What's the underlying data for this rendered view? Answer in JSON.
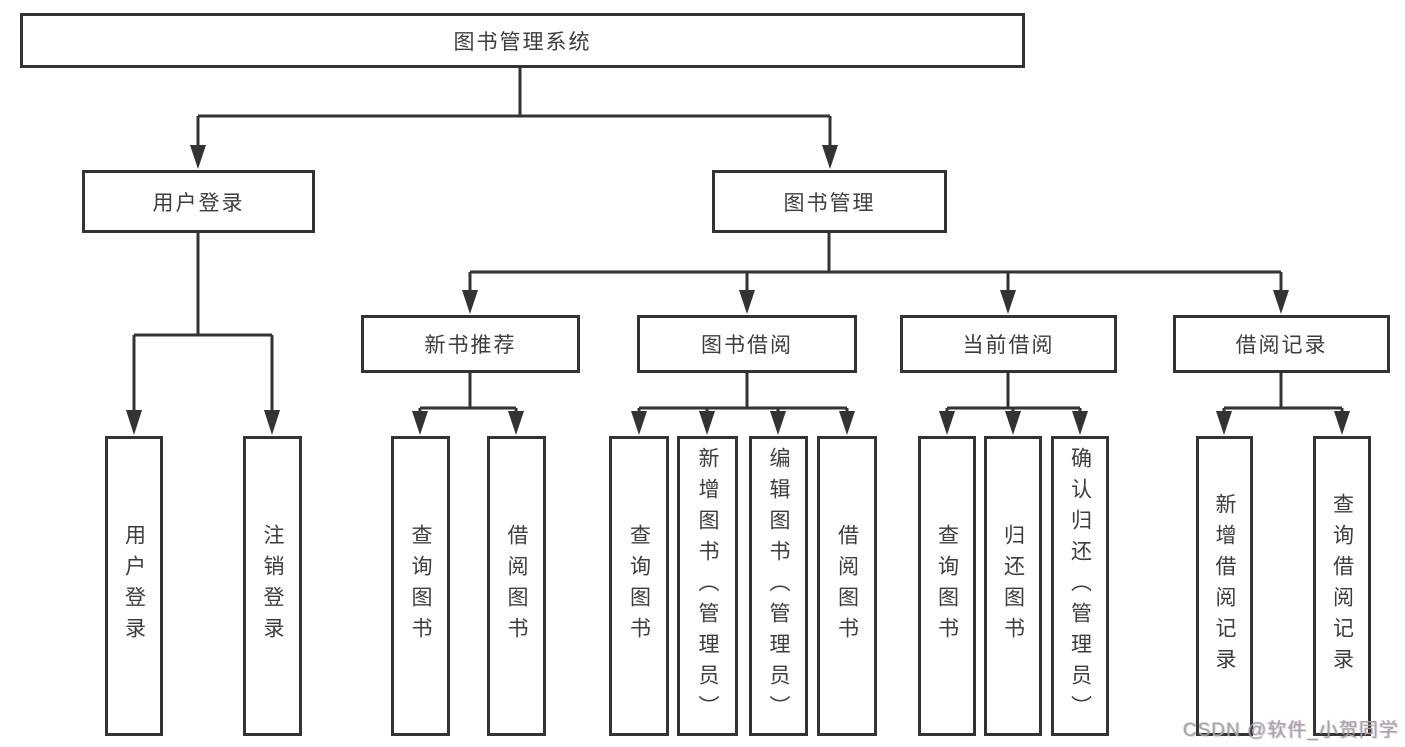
{
  "tree": {
    "root": {
      "label": "图书管理系统"
    },
    "level2": [
      {
        "label": "用户登录",
        "children": [
          {
            "label": "用户登录"
          },
          {
            "label": "注销登录"
          }
        ]
      },
      {
        "label": "图书管理",
        "children": [
          {
            "label": "新书推荐",
            "children": [
              {
                "label": "查询图书"
              },
              {
                "label": "借阅图书"
              }
            ]
          },
          {
            "label": "图书借阅",
            "children": [
              {
                "label": "查询图书"
              },
              {
                "label": "新增图书（管理员）"
              },
              {
                "label": "编辑图书（管理员）"
              },
              {
                "label": "借阅图书"
              }
            ]
          },
          {
            "label": "当前借阅",
            "children": [
              {
                "label": "查询图书"
              },
              {
                "label": "归还图书"
              },
              {
                "label": "确认归还（管理员）"
              }
            ]
          },
          {
            "label": "借阅记录",
            "children": [
              {
                "label": "新增借阅记录"
              },
              {
                "label": "查询借阅记录"
              }
            ]
          }
        ]
      }
    ]
  },
  "watermark": {
    "text": "CSDN @软件_小贺同学"
  },
  "colors": {
    "line": "#333333",
    "text": "#3c3c42",
    "background": "#ffffff",
    "watermark": "#a3a3a8"
  }
}
